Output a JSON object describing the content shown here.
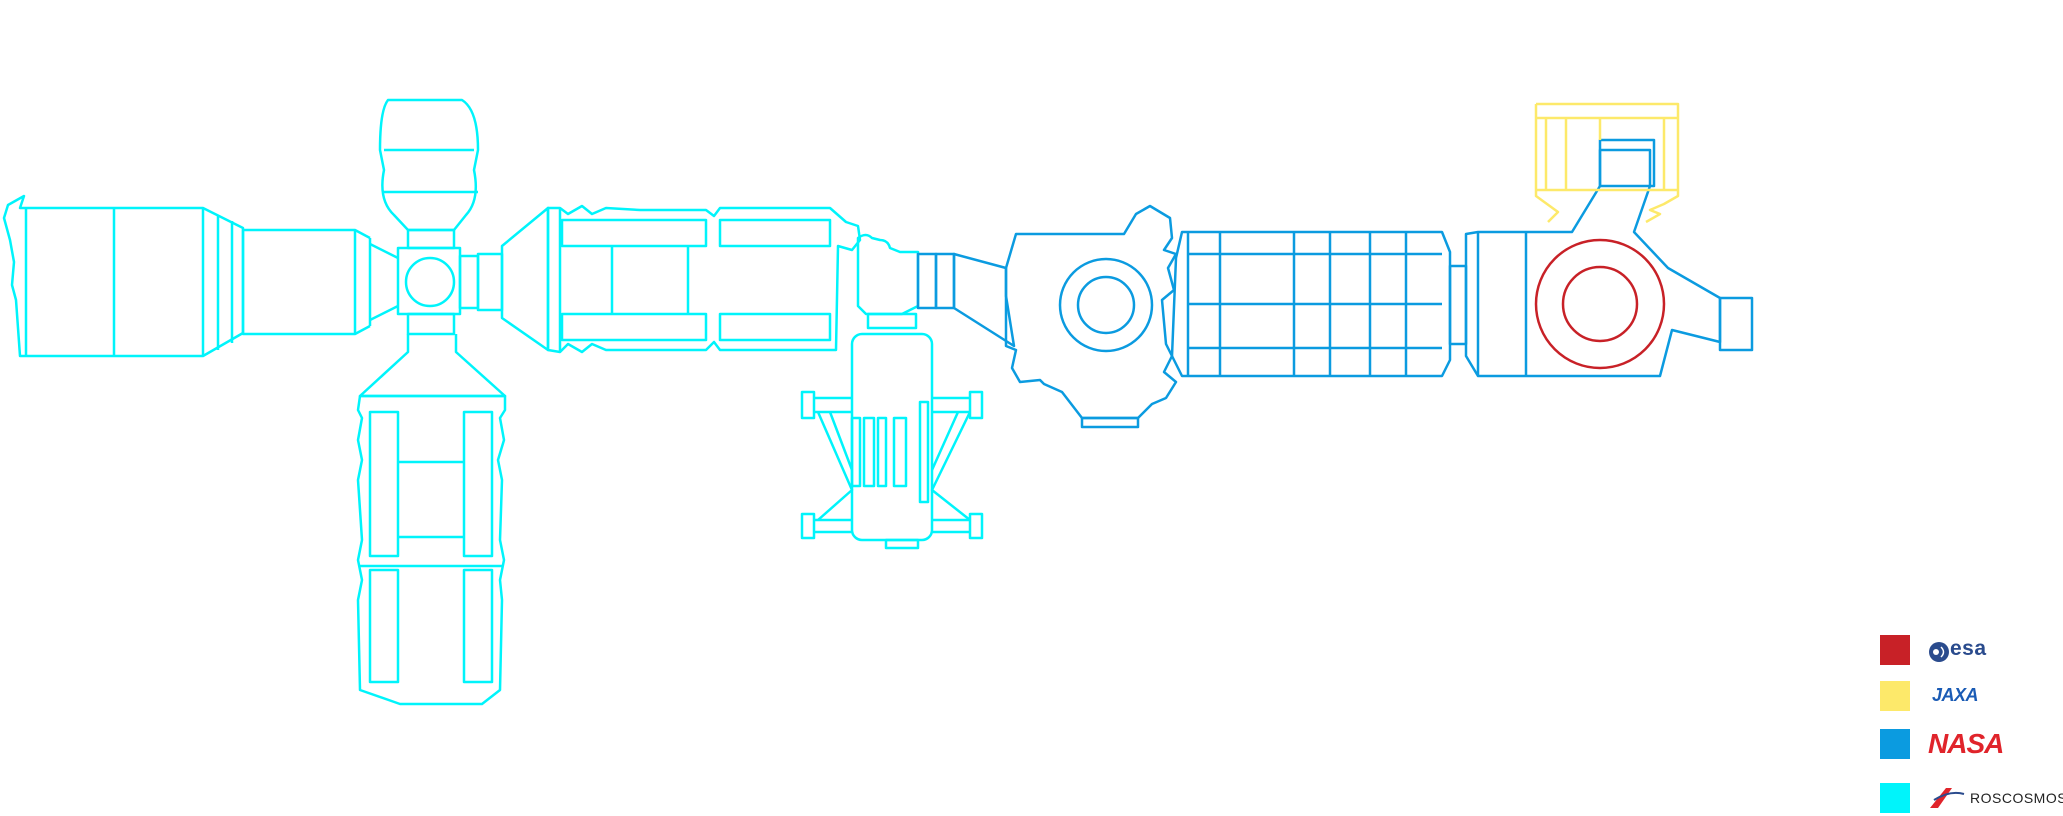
{
  "colors": {
    "esa": "#c82127",
    "jaxa": "#fde96a",
    "nasa": "#0b9be0",
    "roscosmos": "#00f4fb"
  },
  "legend": [
    {
      "agency": "esa",
      "label": "esa",
      "color": "#c82127",
      "icon": "esa-logo-icon"
    },
    {
      "agency": "jaxa",
      "label": "JAXA",
      "color": "#fde96a",
      "icon": "jaxa-logo-icon"
    },
    {
      "agency": "nasa",
      "label": "NASA",
      "color": "#0b9be0",
      "icon": "nasa-logo-icon"
    },
    {
      "agency": "roscosmos",
      "label": "ROSCOSMOS",
      "color": "#00f4fb",
      "icon": "roscosmos-logo-icon"
    }
  ]
}
